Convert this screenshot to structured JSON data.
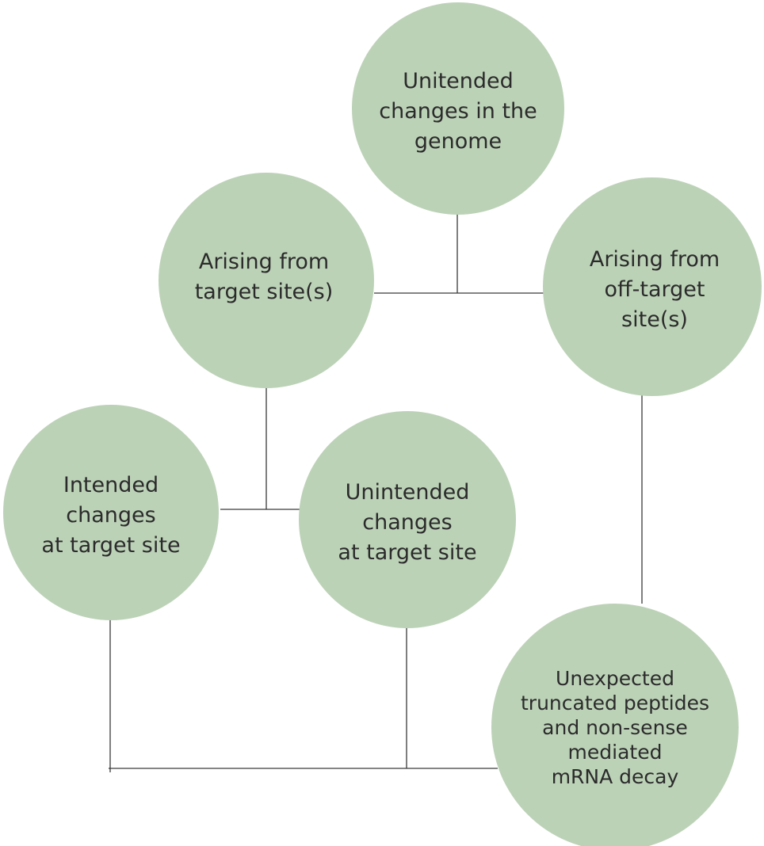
{
  "colors": {
    "node_fill": "#bcd2b7",
    "line": "#3a3a3a",
    "text": "#2b2b2b"
  },
  "nodes": {
    "unintended_genome": {
      "lines": [
        "Unitended",
        "changes in the",
        "genome"
      ]
    },
    "target_sites": {
      "lines": [
        "Arising from",
        "target site(s)"
      ]
    },
    "off_target_sites": {
      "lines": [
        "Arising from",
        "off-target",
        "site(s)"
      ]
    },
    "intended_changes": {
      "lines": [
        "Intended",
        "changes",
        "at target site"
      ]
    },
    "unintended_changes": {
      "lines": [
        "Unintended",
        "changes",
        "at target site"
      ]
    },
    "unexpected_peptides": {
      "lines": [
        "Unexpected",
        "truncated peptides",
        "and non-sense",
        "mediated",
        "mRNA decay"
      ]
    }
  }
}
